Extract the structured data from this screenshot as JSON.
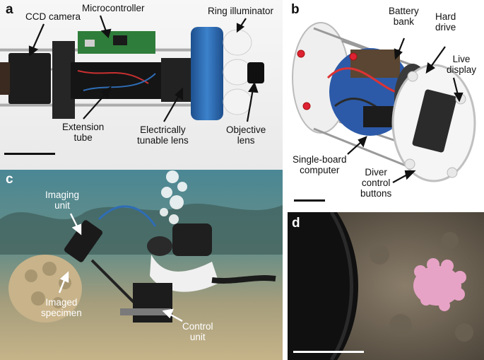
{
  "colors": {
    "bg_white": "#ffffff",
    "label_dark": "#111111",
    "label_light": "#ffffff",
    "underwater_teal": "#3f7a84",
    "sand": "#bfae86",
    "coral_pink": "#e7a3c6",
    "anodized_blue": "#2f6db5"
  },
  "panels": {
    "a": {
      "letter": "a",
      "labels": {
        "ccd_camera": "CCD camera",
        "microcontroller": "Microcontroller",
        "ring_illuminator": "Ring illuminator",
        "extension_tube": "Extension\ntube",
        "tunable_lens": "Electrically\ntunable lens",
        "objective_lens": "Objective\nlens"
      }
    },
    "b": {
      "letter": "b",
      "labels": {
        "battery_bank": "Battery\nbank",
        "hard_drive": "Hard\ndrive",
        "live_display": "Live\ndisplay",
        "single_board": "Single-board\ncomputer",
        "diver_buttons": "Diver\ncontrol\nbuttons"
      }
    },
    "c": {
      "letter": "c",
      "labels": {
        "imaging_unit": "Imaging\nunit",
        "imaged_specimen": "Imaged\nspecimen",
        "control_unit": "Control\nunit"
      }
    },
    "d": {
      "letter": "d",
      "labels": {}
    }
  }
}
